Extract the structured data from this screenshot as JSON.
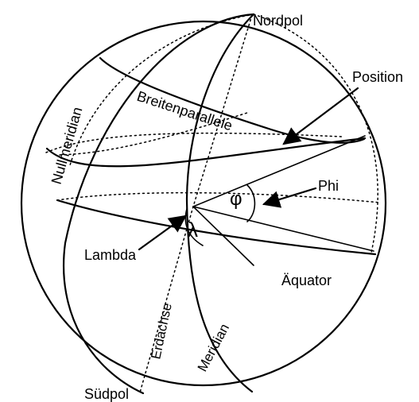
{
  "labels": {
    "nordpol": "Nordpol",
    "position": "Position",
    "breitenparallele": "Breitenparallele",
    "nullmeridian": "Nullmeridian",
    "phi_label": "Phi",
    "phi_symbol": "φ",
    "lambda_label": "Lambda",
    "lambda_symbol": "λ",
    "aequator": "Äquator",
    "erdachse": "Erdachse",
    "meridian": "Meridian",
    "suedpol": "Südpol"
  },
  "colors": {
    "ink": "#000000",
    "background": "#ffffff"
  }
}
